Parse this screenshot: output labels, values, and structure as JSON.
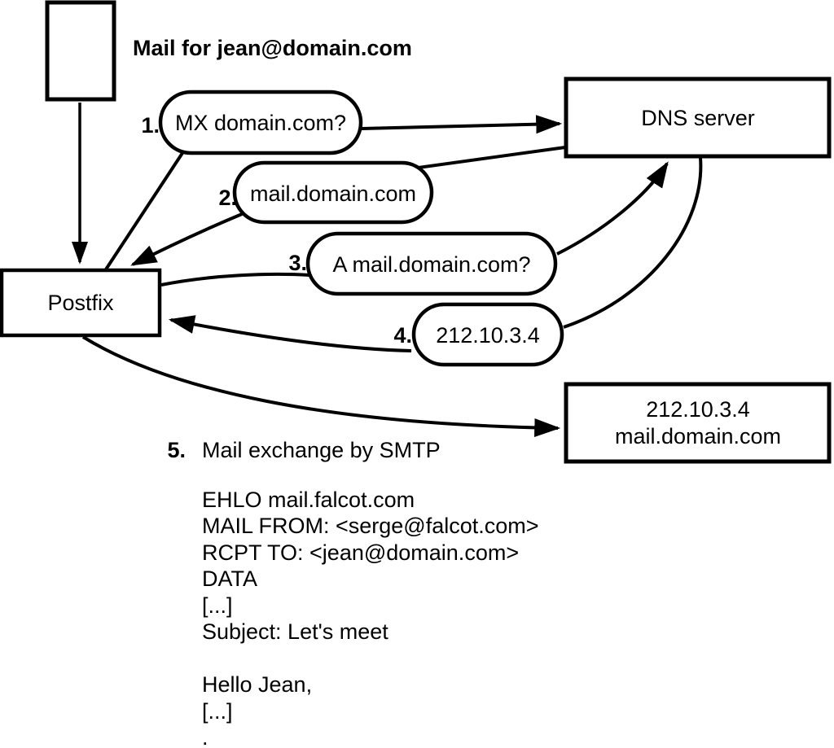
{
  "diagram": {
    "background": "#ffffff",
    "stroke_color": "#000000",
    "note": "Mail for jean@domain.com",
    "nodes": {
      "postfix": "Postfix",
      "dns_server": "DNS server",
      "mail_server_ip": "212.10.3.4",
      "mail_server_host": "mail.domain.com"
    },
    "steps": [
      {
        "num": "1.",
        "label": "MX domain.com?"
      },
      {
        "num": "2.",
        "label": "mail.domain.com"
      },
      {
        "num": "3.",
        "label": "A mail.domain.com?"
      },
      {
        "num": "4.",
        "label": "212.10.3.4"
      },
      {
        "num": "5.",
        "label": "Mail exchange by SMTP"
      }
    ],
    "smtp_dialog": [
      "EHLO mail.falcot.com",
      "MAIL FROM: <serge@falcot.com>",
      "RCPT TO: <jean@domain.com>",
      "DATA",
      "[...]",
      "Subject: Let's meet",
      "",
      "Hello Jean,",
      "[...]",
      "."
    ]
  }
}
